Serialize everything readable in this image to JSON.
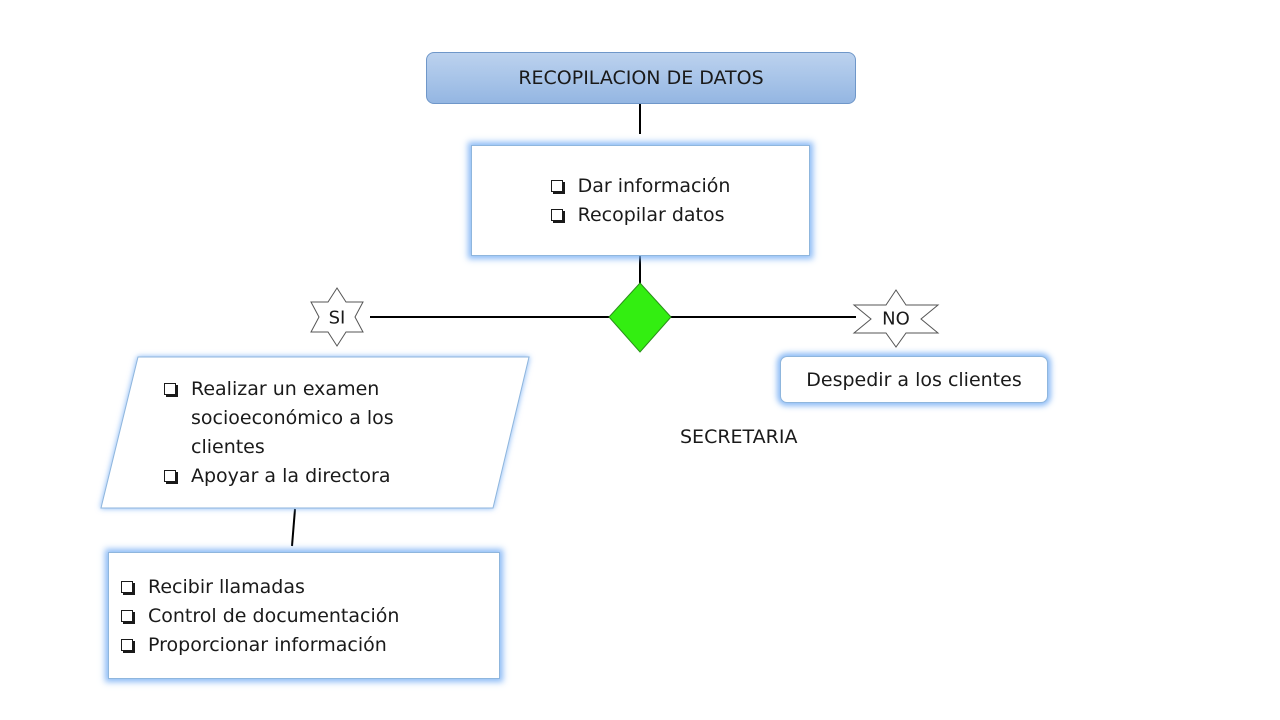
{
  "title": "RECOPILACION DE DATOS",
  "info_box": {
    "items": [
      "Dar información",
      "Recopilar datos"
    ]
  },
  "decision": {
    "yes_label": "SI",
    "no_label": "NO",
    "diamond_color": "#33ee11"
  },
  "yes_box": {
    "items": [
      "Realizar un examen socioeconómico a los clientes",
      "Apoyar a la directora"
    ]
  },
  "no_box": {
    "label": "Despedir a los clientes"
  },
  "bottom_box": {
    "items": [
      "Recibir llamadas",
      "Control de documentación",
      "Proporcionar información"
    ]
  },
  "role_label": "SECRETARIA",
  "colors": {
    "title_fill": "#a6c3e8",
    "glow": "#78aff5",
    "line": "#000000"
  }
}
